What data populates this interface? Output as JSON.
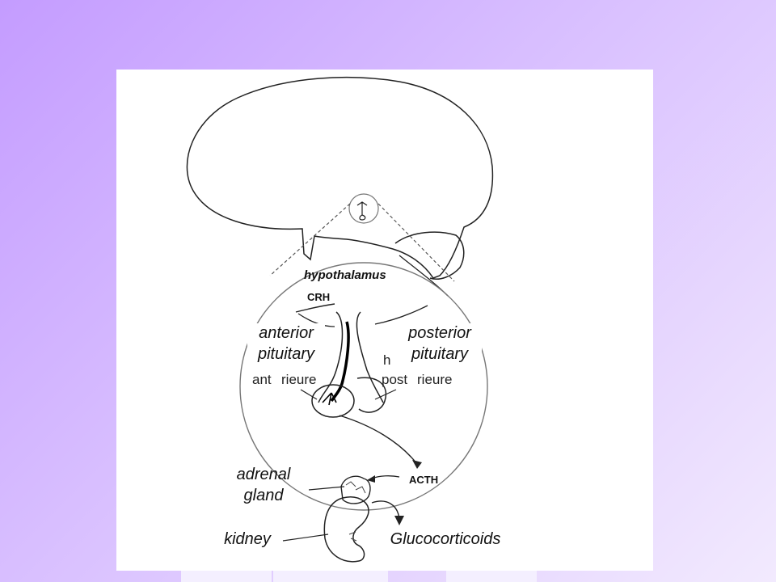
{
  "labels": {
    "hypothalamus": "hypothalamus",
    "crh": "CRH",
    "anterior_pituitary": [
      "anterior",
      "pituitary"
    ],
    "posterior_pituitary": [
      "posterior",
      "pituitary"
    ],
    "adrenal_gland": [
      "adrenal",
      "gland"
    ],
    "acth": "ACTH",
    "kidney": "kidney",
    "glucocorticoids": "Glucocorticoids"
  },
  "fragments": {
    "ant_left": "ant",
    "ant_right": "rieure",
    "post_h": "h",
    "post_left": "post",
    "post_right": "rieure"
  },
  "colors": {
    "background_start": "#c49cff",
    "background_end": "#f2eafe",
    "panel": "#ffffff",
    "ink": "#111111"
  }
}
